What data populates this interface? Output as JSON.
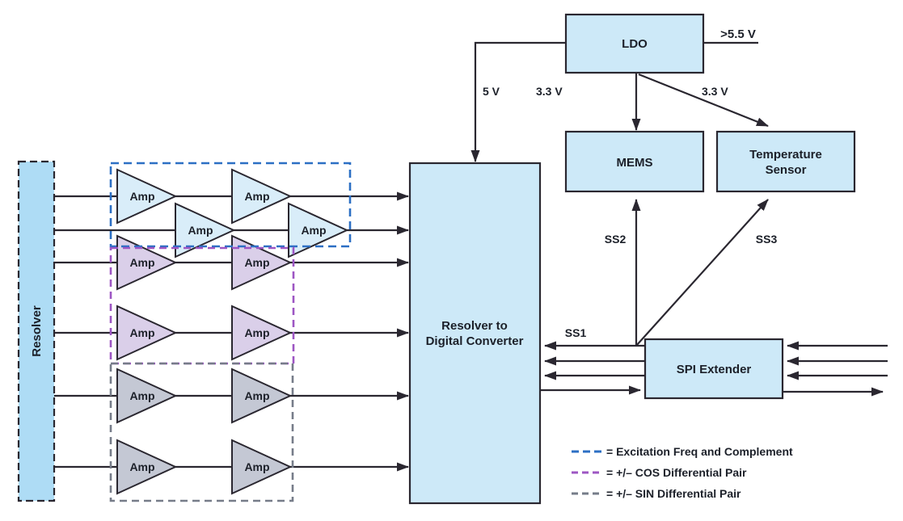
{
  "colors": {
    "block_fill": "#cde9f8",
    "resolver_fill": "#aedcf5",
    "amp_blue": "#d9edf9",
    "amp_purple": "#dacfe9",
    "amp_gray": "#c4c8d4",
    "line": "#2a2730",
    "excitation_dash": "#2c6fc4",
    "cos_dash": "#9d56c3",
    "sin_dash": "#767c89",
    "text": "#1c2029"
  },
  "blocks": {
    "resolver": "Resolver",
    "rdc_line1": "Resolver to",
    "rdc_line2": "Digital Converter",
    "ldo": "LDO",
    "mems": "MEMS",
    "temp_line1": "Temperature",
    "temp_line2": "Sensor",
    "spi": "SPI Extender"
  },
  "amp_label": "Amp",
  "wires": {
    "supply": ">5.5 V",
    "v5": "5 V",
    "v33_mems": "3.3 V",
    "v33_temp": "3.3 V",
    "ss1": "SS1",
    "ss2": "SS2",
    "ss3": "SS3"
  },
  "legend": {
    "items": [
      {
        "label": "= Excitation Freq and Complement",
        "color": "#2c6fc4"
      },
      {
        "label": "= +/– COS Differential Pair",
        "color": "#9d56c3"
      },
      {
        "label": "= +/– SIN Differential Pair",
        "color": "#767c89"
      }
    ]
  }
}
